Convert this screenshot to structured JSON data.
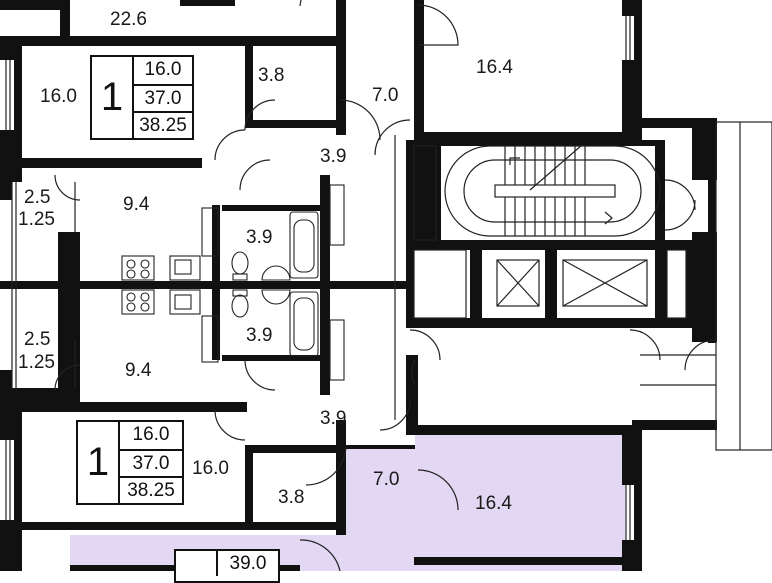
{
  "colors": {
    "wall": "#111111",
    "highlight": "#e2d8f3",
    "line": "#222222",
    "background": "#ffffff"
  },
  "rooms": {
    "top_strip": "22.6",
    "upper_living": "16.0",
    "upper_bath_small": "3.8",
    "upper_hall": "7.0",
    "upper_right_room": "16.4",
    "upper_corridor": "3.9",
    "upper_kitchen": "9.4",
    "upper_bathroom": "3.9",
    "upper_balcony_a": "2.5",
    "upper_balcony_b": "1.25",
    "lower_balcony_a": "2.5",
    "lower_balcony_b": "1.25",
    "lower_kitchen": "9.4",
    "lower_bathroom": "3.9",
    "lower_corridor": "3.9",
    "lower_living": "16.0",
    "lower_bath_small": "3.8",
    "lower_hall": "7.0",
    "lower_right_room": "16.4"
  },
  "apartments": [
    {
      "rooms_count": "1",
      "living": "16.0",
      "total": "37.0",
      "total_balcony": "38.25"
    },
    {
      "rooms_count": "1",
      "living": "16.0",
      "total": "37.0",
      "total_balcony": "38.25"
    }
  ],
  "partial_box": {
    "value": "39.0"
  }
}
